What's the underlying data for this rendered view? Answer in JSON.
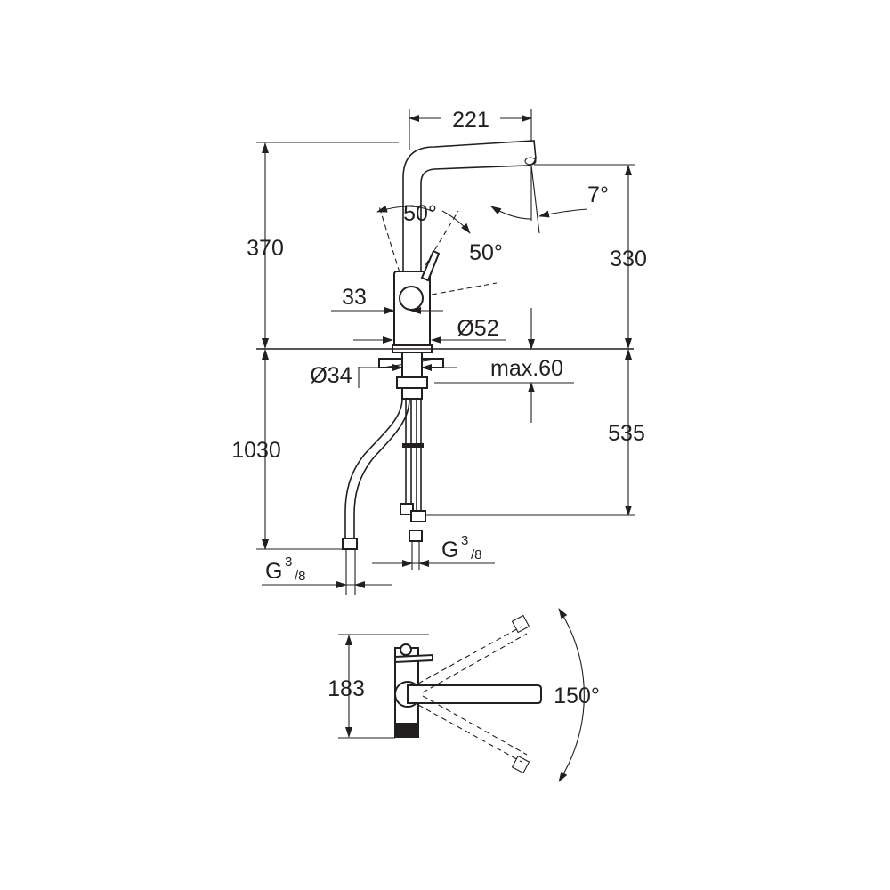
{
  "colors": {
    "ink": "#231f20",
    "background": "#ffffff"
  },
  "dimensions": {
    "spout_reach": "221",
    "total_height": "370",
    "spout_angle": "7°",
    "lever_angle_left": "50°",
    "lever_angle_right": "50°",
    "outlet_height": "330",
    "lever_offset": "33",
    "base_diameter": "Ø52",
    "shank_diameter": "Ø34",
    "max_counter_thickness": "max.60",
    "hose_length": "1030",
    "connection_depth": "535",
    "connection_left": {
      "main": "G",
      "sup": "3",
      "sub": "/8"
    },
    "connection_right": {
      "main": "G",
      "sup": "3",
      "sub": "/8"
    },
    "plan_depth": "183",
    "swivel_angle": "150°"
  }
}
